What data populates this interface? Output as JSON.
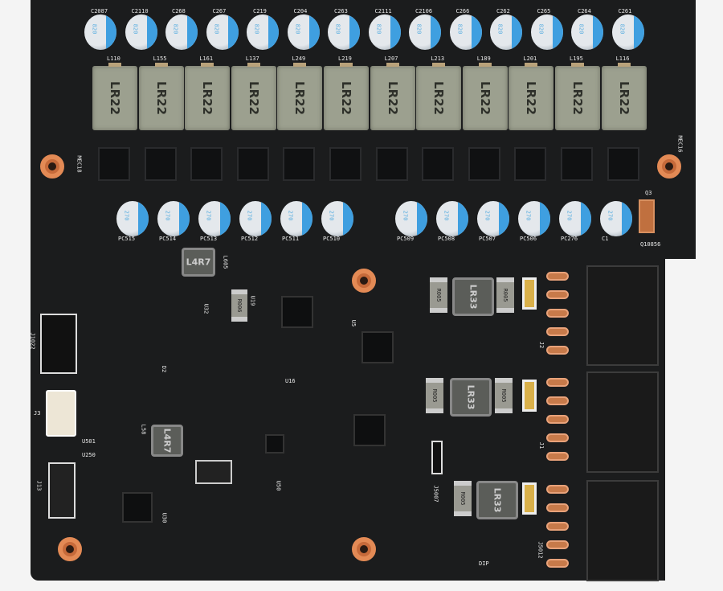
{
  "top_caps": [
    {
      "ref": "C2087",
      "mark": "820"
    },
    {
      "ref": "C2110",
      "mark": "820"
    },
    {
      "ref": "C268",
      "mark": "820"
    },
    {
      "ref": "C267",
      "mark": "820"
    },
    {
      "ref": "C219",
      "mark": "820"
    },
    {
      "ref": "C204",
      "mark": "820"
    },
    {
      "ref": "C263",
      "mark": "820"
    },
    {
      "ref": "C2111",
      "mark": "820"
    },
    {
      "ref": "C2106",
      "mark": "820"
    },
    {
      "ref": "C266",
      "mark": "820"
    },
    {
      "ref": "C262",
      "mark": "820"
    },
    {
      "ref": "C265",
      "mark": "820"
    },
    {
      "ref": "C264",
      "mark": "820"
    },
    {
      "ref": "C261",
      "mark": "820"
    }
  ],
  "inductors": [
    {
      "ref": "L110",
      "mark": "LR22"
    },
    {
      "ref": "L155",
      "mark": "LR22"
    },
    {
      "ref": "L161",
      "mark": "LR22"
    },
    {
      "ref": "L137",
      "mark": "LR22"
    },
    {
      "ref": "L249",
      "mark": "LR22"
    },
    {
      "ref": "L219",
      "mark": "LR22"
    },
    {
      "ref": "L207",
      "mark": "LR22"
    },
    {
      "ref": "L213",
      "mark": "LR22"
    },
    {
      "ref": "L189",
      "mark": "LR22"
    },
    {
      "ref": "L201",
      "mark": "LR22"
    },
    {
      "ref": "L195",
      "mark": "LR22"
    },
    {
      "ref": "L116",
      "mark": "LR22"
    }
  ],
  "bottom_caps": [
    {
      "ref": "PC515",
      "mark": "270"
    },
    {
      "ref": "PC514",
      "mark": "270"
    },
    {
      "ref": "PC513",
      "mark": "270"
    },
    {
      "ref": "PC512",
      "mark": "270"
    },
    {
      "ref": "PC511",
      "mark": "270"
    },
    {
      "ref": "PC510",
      "mark": "270"
    },
    {
      "ref": "PC509",
      "mark": "270"
    },
    {
      "ref": "PC508",
      "mark": "270"
    },
    {
      "ref": "PC507",
      "mark": "270"
    },
    {
      "ref": "PC506",
      "mark": "270"
    },
    {
      "ref": "PC276",
      "mark": "270"
    },
    {
      "ref": "C1",
      "mark": "270"
    }
  ],
  "labels": {
    "q3": "Q3",
    "q10856": "Q10856",
    "mec_left": "MEC18",
    "mec_right": "MEC16",
    "l605": "L605",
    "l4r7_top": "L4R7",
    "l4r7_bot": "L4R7",
    "r006": "R006",
    "u19": "U19",
    "u32": "U32",
    "j1022": "J1022",
    "j3": "J3",
    "j13": "J13",
    "u501": "U501",
    "u250": "U250",
    "u16": "U16",
    "u5": "U5",
    "u50": "U50",
    "u30": "U30",
    "j2": "J2",
    "j1": "J1",
    "j5012": "J5012",
    "j5007": "J5007",
    "dip": "DIP",
    "d2": "D2",
    "l58": "L58"
  },
  "power_stage": {
    "r005": "R005",
    "lr33_1": "LR33",
    "lr33_2": "LR33",
    "lr33_3": "LR33"
  },
  "colors": {
    "board": "#1b1c1d",
    "cap_sleeve": "#3f9fe0",
    "inductor": "#9ca08f",
    "pad_copper": "#c66a3a"
  }
}
